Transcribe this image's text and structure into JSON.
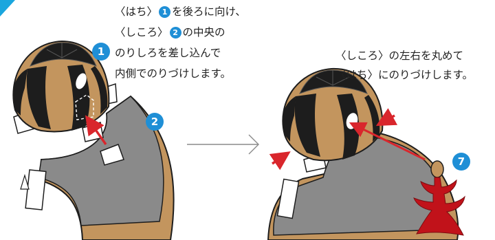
{
  "left_instruction": {
    "line1_pre": "〈はち〉",
    "line1_badge": "1",
    "line1_post": "を後ろに向け、",
    "line2_pre": "〈しころ〉",
    "line2_badge": "2",
    "line2_post": "の中央の",
    "line3": "のりしろを差し込んで",
    "line4": "内側でのりづけします。"
  },
  "right_instruction": {
    "line1": "〈しころ〉の左右を丸めて",
    "line2": "〈はち〉にのりづけします。"
  },
  "markers": {
    "part1": "1",
    "part2": "2",
    "part7": "7"
  },
  "colors": {
    "badge_blue": "#1f8fd6",
    "corner_cyan": "#1aa6de",
    "arrow_red": "#d9262c",
    "tan": "#c3955e",
    "dark": "#1d1d1d",
    "gray": "#8a8a8a",
    "ornament_red": "#c1121a"
  }
}
